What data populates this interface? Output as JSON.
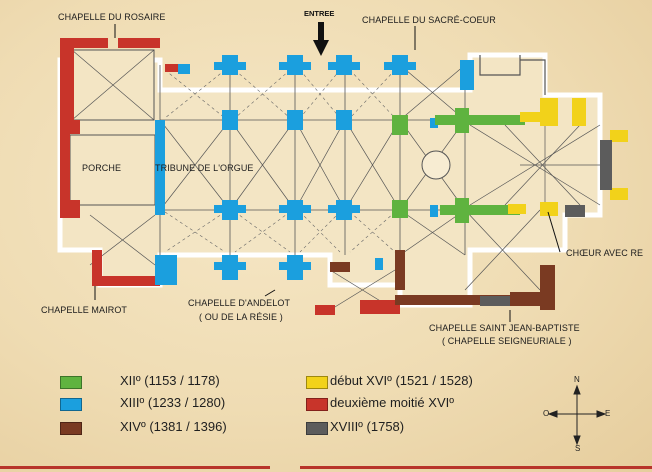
{
  "labels": {
    "entree": "ENTREE",
    "chapelle_rosaire": "CHAPELLE DU ROSAIRE",
    "chapelle_sacre_coeur": "CHAPELLE DU SACRÉ-COEUR",
    "porche": "PORCHE",
    "tribune": "TRIBUNE DE L'ORGUE",
    "choeur": "CHŒUR AVEC RE",
    "chapelle_mairot": "CHAPELLE MAIROT",
    "chapelle_andelot_1": "CHAPELLE D'ANDELOT",
    "chapelle_andelot_2": "( OU DE LA RÉSIE )",
    "chapelle_saint_jean_1": "CHAPELLE SAINT JEAN-BAPTISTE",
    "chapelle_saint_jean_2": "( CHAPELLE SEIGNEURIALE )"
  },
  "legend": [
    {
      "text": "XIIº (1153  /  1178)",
      "color": "#5fb33f"
    },
    {
      "text": "XIIIº (1233 / 1280)",
      "color": "#1b9fde"
    },
    {
      "text": "XIVº (1381 / 1396)",
      "color": "#7a3a22"
    },
    {
      "text": "début XVIº (1521 / 1528)",
      "color": "#f2d21a"
    },
    {
      "text": "deuxième moitié XVIº",
      "color": "#c8342a"
    },
    {
      "text": "XVIIIº (1758)",
      "color": "#5c5c5c"
    }
  ],
  "compass": {
    "n": "N",
    "s": "S",
    "e": "E",
    "o": "O"
  },
  "colors": {
    "xii": "#5fb33f",
    "xiii": "#1b9fde",
    "xiv": "#7a3a22",
    "xvi_debut": "#f2d21a",
    "xvi_fin": "#c8342a",
    "xviii": "#5c5c5c",
    "wall": "#ffffff",
    "line": "#3a3a3a"
  }
}
